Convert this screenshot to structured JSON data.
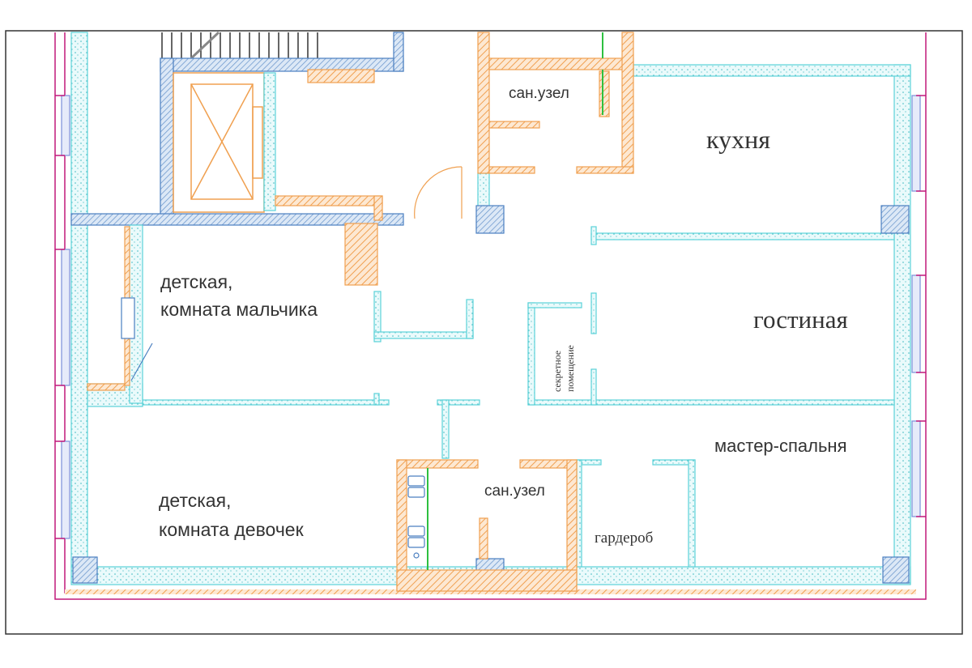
{
  "plan": {
    "rooms": {
      "kitchen": "кухня",
      "living_room": "гостиная",
      "boy_room_line1": "детская,",
      "boy_room_line2": "комната мальчика",
      "girls_room_line1": "детская,",
      "girls_room_line2": "комната девочек",
      "bathroom_top": "сан.узел",
      "bathroom_bottom": "сан.узел",
      "master_bedroom": "мастер-спальня",
      "wardrobe": "гардероб",
      "secret_room_line1": "секретное",
      "secret_room_line2": "помещение"
    },
    "colors": {
      "new_wall": "#f0a050",
      "existing_wall": "#5ad2d8",
      "load_bearing": "#4a7fc0",
      "facade": "#c0187a",
      "window": "#7a8fd8",
      "partition": "#2ec040",
      "frame": "#333333"
    }
  }
}
